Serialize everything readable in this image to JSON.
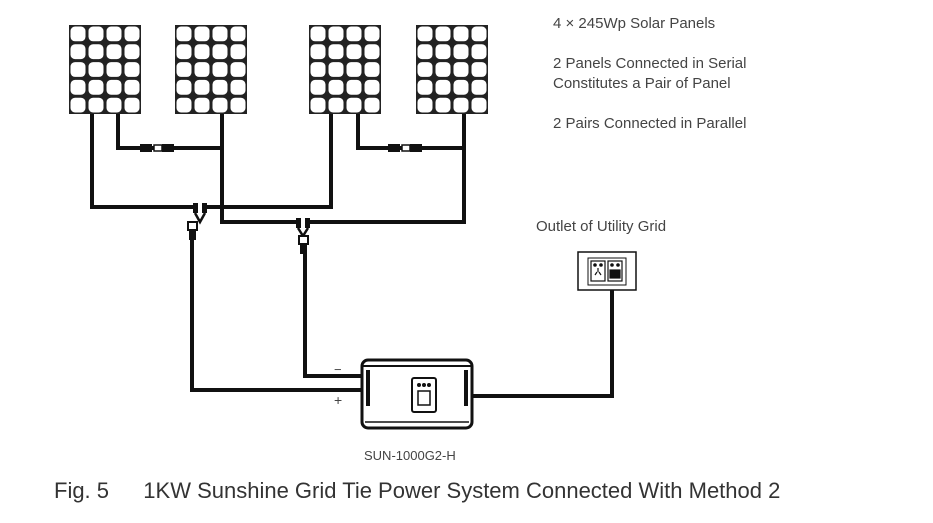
{
  "notes": {
    "line1": "4 × 245Wp Solar Panels",
    "line2": "2 Panels Connected in Serial",
    "line3": "Constitutes a Pair of Panel",
    "line4": "2 Pairs Connected in Parallel"
  },
  "outlet_label": "Outlet of Utility Grid",
  "inverter_model": "SUN-1000G2-H",
  "polarity": {
    "minus": "−",
    "plus": "+"
  },
  "caption": {
    "fig_number": "Fig. 5",
    "title": "1KW Sunshine Grid Tie Power System Connected With Method 2"
  },
  "colors": {
    "line": "#111111",
    "panel_cell": "#222222",
    "background": "#ffffff"
  }
}
